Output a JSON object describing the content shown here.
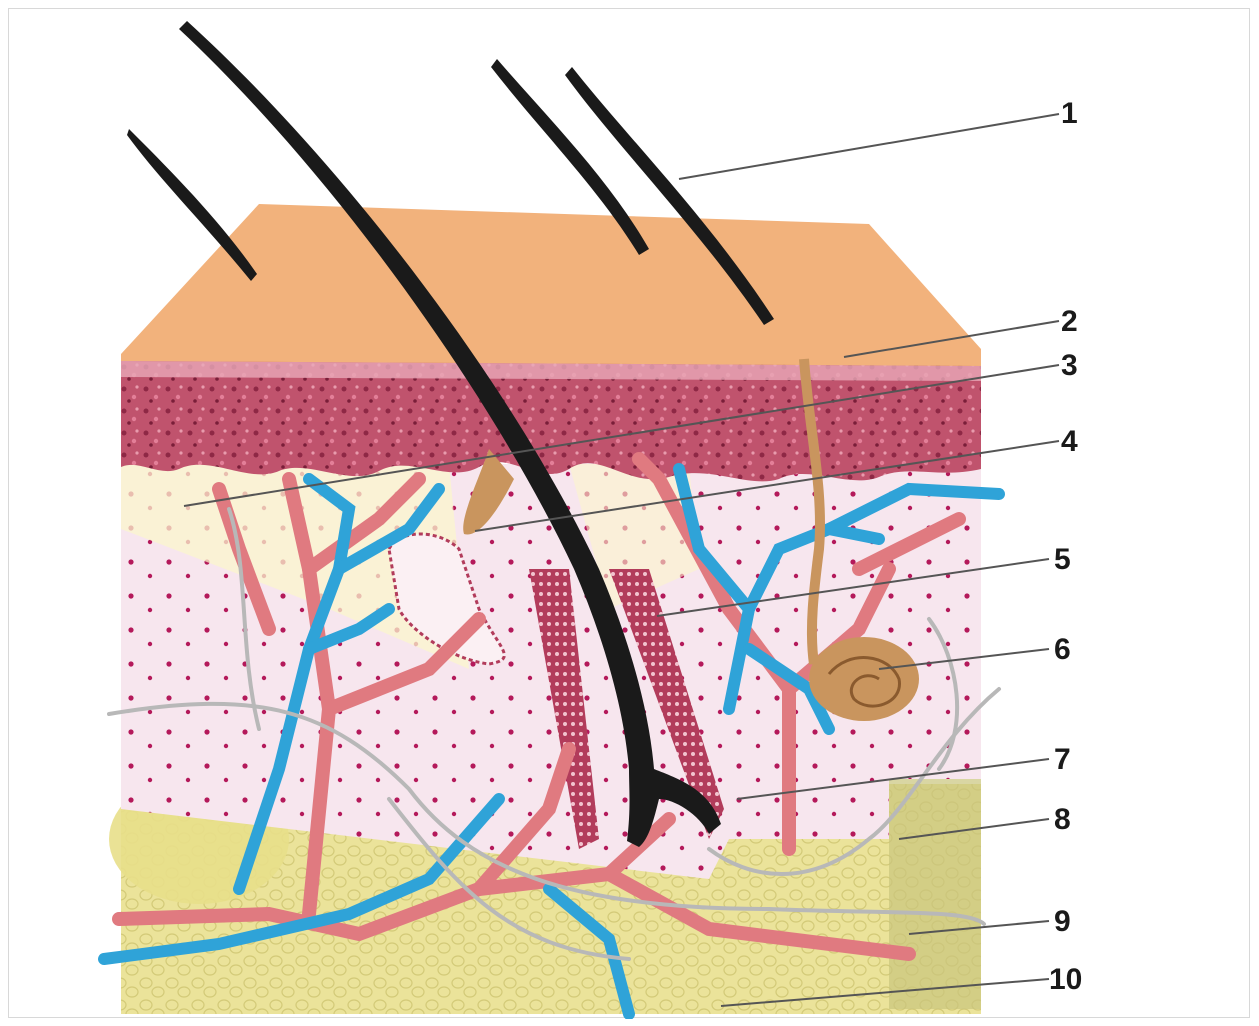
{
  "diagram": {
    "subject": "skin cross-section with hair follicles",
    "callouts": [
      "1",
      "2",
      "3",
      "4",
      "5",
      "6",
      "7",
      "8",
      "9",
      "10"
    ]
  },
  "colors": {
    "stratum_corneum": "#f2b27c",
    "epidermis": "#c0536d",
    "dermis": "#f7e6ee",
    "hypodermis_fat": "#ebe39a",
    "hair": "#1a1a1a",
    "artery": "#e07a80",
    "vein": "#2fa3d8",
    "nerve": "#b8b8b8",
    "gland": "#c9955e",
    "label_text": "#1a1a1a",
    "leader_line": "#555555"
  },
  "icons": [
    "hair-shaft-icon",
    "sweat-gland-icon",
    "blood-vessel-icon",
    "nerve-fiber-icon"
  ]
}
